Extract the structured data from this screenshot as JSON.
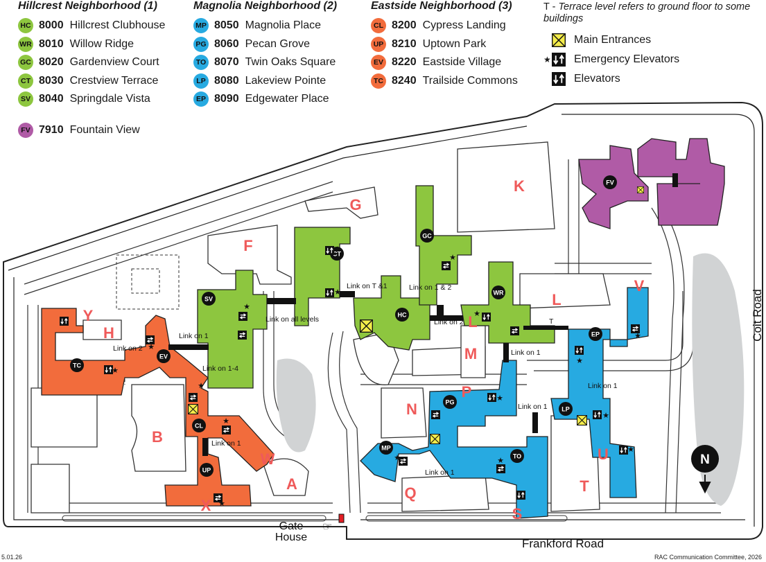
{
  "legend": {
    "hillcrest": {
      "title": "Hillcrest Neighborhood (1)",
      "color": "#8dc63f",
      "items": [
        {
          "code": "HC",
          "number": "8000",
          "name": "Hillcrest Clubhouse"
        },
        {
          "code": "WR",
          "number": "8010",
          "name": "Willow Ridge"
        },
        {
          "code": "GC",
          "number": "8020",
          "name": "Gardenview Court"
        },
        {
          "code": "CT",
          "number": "8030",
          "name": "Crestview Terrace"
        },
        {
          "code": "SV",
          "number": "8040",
          "name": "Springdale Vista"
        }
      ]
    },
    "fountain": {
      "code": "FV",
      "number": "7910",
      "name": "Fountain View",
      "color": "#b05ba6"
    },
    "magnolia": {
      "title": "Magnolia Neighborhood (2)",
      "color": "#27aae1",
      "items": [
        {
          "code": "MP",
          "number": "8050",
          "name": "Magnolia Place"
        },
        {
          "code": "PG",
          "number": "8060",
          "name": "Pecan Grove"
        },
        {
          "code": "TO",
          "number": "8070",
          "name": "Twin Oaks Square"
        },
        {
          "code": "LP",
          "number": "8080",
          "name": "Lakeview Pointe"
        },
        {
          "code": "EP",
          "number": "8090",
          "name": "Edgewater Place"
        }
      ]
    },
    "eastside": {
      "title": "Eastside Neighborhood (3)",
      "color": "#f26c3c",
      "items": [
        {
          "code": "CL",
          "number": "8200",
          "name": "Cypress Landing"
        },
        {
          "code": "UP",
          "number": "8210",
          "name": "Uptown Park"
        },
        {
          "code": "EV",
          "number": "8220",
          "name": "Eastside Village"
        },
        {
          "code": "TC",
          "number": "8240",
          "name": "Trailside Commons"
        }
      ]
    },
    "symbols": {
      "terrace_prefix": "T - ",
      "terrace_note": "Terrace level refers to ground floor to some buildings",
      "main_entrances": "Main Entrances",
      "emergency_elevators": "Emergency Elevators",
      "elevators": "Elevators"
    }
  },
  "map": {
    "building_letters": [
      "A",
      "B",
      "F",
      "G",
      "H",
      "K",
      "L",
      "M",
      "N",
      "P",
      "Q",
      "S",
      "T",
      "U",
      "V",
      "W",
      "X",
      "Y"
    ],
    "letter_color": "#ef5a5a",
    "links": [
      "Link on all levels",
      "Link on T &1",
      "Link on 1 & 2",
      "Link on 2",
      "Link on 2",
      "Link on 1-4",
      "Link on 1",
      "Link on 1",
      "Link on 1",
      "Link on 1",
      "Link on 1",
      "Link on 1",
      "T"
    ],
    "roads": {
      "east": "Coit Road",
      "south": "Frankford Road",
      "gate": "Gate House"
    },
    "north": "N"
  },
  "footer": {
    "date": "5.01.26",
    "credit": "RAC Communication Committee, 2026"
  }
}
